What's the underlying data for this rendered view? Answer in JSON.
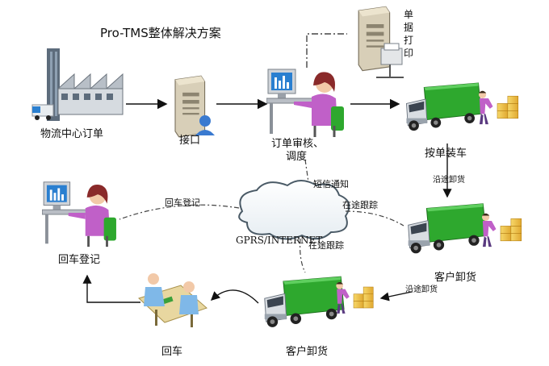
{
  "title": "Pro-TMS整体解决方案",
  "nodes": {
    "logistics_center": "物流中心订单",
    "interface": "接口",
    "order_review": "订单审核、",
    "order_review_2": "调度",
    "print_line1": "单",
    "print_line2": "据",
    "print_line3": "打",
    "print_line4": "印",
    "loading": "按单装车",
    "customer_unload_right": "客户卸货",
    "customer_unload_bottom": "客户卸货",
    "return_vehicle": "回车",
    "return_registration": "回车登记",
    "network": "GPRS/INTERNET"
  },
  "edges": {
    "sms_notify": "短信通知",
    "in_transit_1": "在途跟踪",
    "in_transit_2": "在途跟踪",
    "return_reg_link": "回车登记",
    "loading_unloading_1": "沿途卸货",
    "loading_unloading_2": "沿途卸货"
  },
  "colors": {
    "truck_cargo": "#2ea82e",
    "truck_cab": "#d9dde2",
    "person_shirt": "#c060c8",
    "boxes": "#f0c040",
    "monitor_screen": "#2a7fd0",
    "server_body": "#d8cfb8"
  }
}
